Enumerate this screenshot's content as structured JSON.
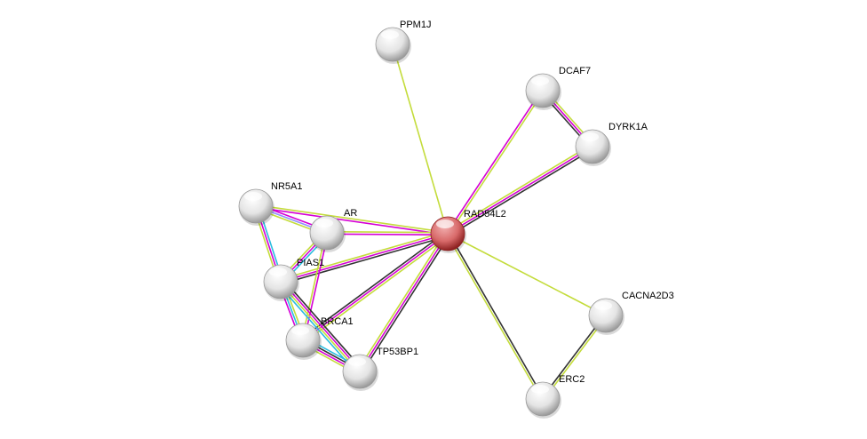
{
  "edge_colors": {
    "experiments": "#d500d5",
    "textmining": "#c4dc3c",
    "coexpression": "#333333",
    "database": "#2bbce0",
    "homology": "#8f8fff"
  },
  "nodes": [
    {
      "id": "PPM1J",
      "label": "PPM1J",
      "color": "gray"
    },
    {
      "id": "DCAF7",
      "label": "DCAF7",
      "color": "gray"
    },
    {
      "id": "DYRK1A",
      "label": "DYRK1A",
      "color": "gray"
    },
    {
      "id": "NR5A1",
      "label": "NR5A1",
      "color": "gray"
    },
    {
      "id": "AR",
      "label": "AR",
      "color": "gray"
    },
    {
      "id": "RAD54L2",
      "label": "RAD54L2",
      "color": "red"
    },
    {
      "id": "PIAS1",
      "label": "PIAS1",
      "color": "gray"
    },
    {
      "id": "CACNA2D3",
      "label": "CACNA2D3",
      "color": "gray"
    },
    {
      "id": "BRCA1",
      "label": "BRCA1",
      "color": "gray"
    },
    {
      "id": "TP53BP1",
      "label": "TP53BP1",
      "color": "gray"
    },
    {
      "id": "ERC2",
      "label": "ERC2",
      "color": "gray"
    }
  ],
  "edges": [
    {
      "a": "RAD54L2",
      "b": "PPM1J",
      "types": [
        "textmining"
      ]
    },
    {
      "a": "RAD54L2",
      "b": "DCAF7",
      "types": [
        "experiments",
        "textmining"
      ]
    },
    {
      "a": "RAD54L2",
      "b": "DYRK1A",
      "types": [
        "textmining",
        "experiments",
        "coexpression"
      ]
    },
    {
      "a": "DCAF7",
      "b": "DYRK1A",
      "types": [
        "textmining",
        "experiments",
        "coexpression"
      ]
    },
    {
      "a": "RAD54L2",
      "b": "NR5A1",
      "types": [
        "experiments",
        "textmining"
      ]
    },
    {
      "a": "RAD54L2",
      "b": "AR",
      "types": [
        "experiments",
        "textmining"
      ]
    },
    {
      "a": "RAD54L2",
      "b": "PIAS1",
      "types": [
        "coexpression",
        "experiments",
        "textmining"
      ]
    },
    {
      "a": "RAD54L2",
      "b": "BRCA1",
      "types": [
        "textmining",
        "experiments",
        "coexpression"
      ]
    },
    {
      "a": "RAD54L2",
      "b": "TP53BP1",
      "types": [
        "coexpression",
        "experiments",
        "textmining"
      ]
    },
    {
      "a": "RAD54L2",
      "b": "CACNA2D3",
      "types": [
        "textmining"
      ]
    },
    {
      "a": "RAD54L2",
      "b": "ERC2",
      "types": [
        "coexpression",
        "textmining"
      ]
    },
    {
      "a": "CACNA2D3",
      "b": "ERC2",
      "types": [
        "textmining",
        "coexpression"
      ]
    },
    {
      "a": "NR5A1",
      "b": "AR",
      "types": [
        "experiments",
        "homology",
        "textmining"
      ]
    },
    {
      "a": "NR5A1",
      "b": "PIAS1",
      "types": [
        "database",
        "experiments",
        "textmining"
      ]
    },
    {
      "a": "AR",
      "b": "PIAS1",
      "types": [
        "database",
        "experiments",
        "textmining"
      ]
    },
    {
      "a": "AR",
      "b": "BRCA1",
      "types": [
        "experiments",
        "textmining"
      ]
    },
    {
      "a": "PIAS1",
      "b": "BRCA1",
      "types": [
        "textmining",
        "database",
        "experiments"
      ]
    },
    {
      "a": "PIAS1",
      "b": "TP53BP1",
      "types": [
        "coexpression",
        "experiments",
        "textmining",
        "database"
      ]
    },
    {
      "a": "BRCA1",
      "b": "TP53BP1",
      "types": [
        "database",
        "coexpression",
        "experiments",
        "textmining"
      ]
    }
  ]
}
